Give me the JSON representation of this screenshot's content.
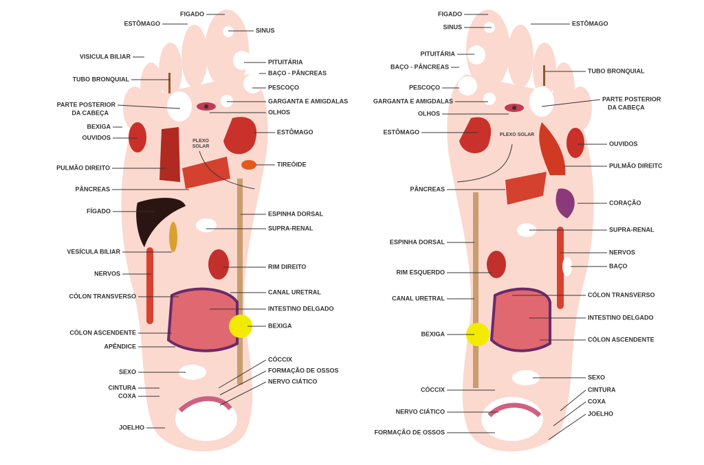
{
  "colors": {
    "skin": "#fbd9cf",
    "organ": "#d9412f",
    "bladder": "#f2ea00",
    "text": "#333333",
    "white_zone": "#ffffff"
  },
  "left_foot": {
    "plexo_solar": "PLEXO SOLAR",
    "labels": [
      "FIGADO",
      "ESTÔMAGO",
      "VISICULA BILIAR",
      "TUBO BRONQUIAL",
      "PARTE POSTERIOR",
      "DA CABEÇA",
      "BEXIGA",
      "OUVIDOS",
      "PULMÃO DIREITO",
      "PÂNCREAS",
      "FÍGADO",
      "VESÍCULA BILIAR",
      "NERVOS",
      "CÓLON TRANSVERSO",
      "CÓLON ASCENDENTE",
      "APÊNDICE",
      "SEXO",
      "CINTURA",
      "COXA",
      "JOELHO",
      "SINUS",
      "PITUITÁRIA",
      "BAÇO -  PÂNCREAS",
      "PESCOÇO",
      "GARGANTA E AMIGDALAS",
      "OLHOS",
      "ESTÔMAGO",
      "TIREÓIDE",
      "ESPINHA DORSAL",
      "SUPRA-RENAL",
      "RIM DIREITO",
      "CANAL URETRAL",
      "INTESTINO DELGADO",
      "BEXIGA",
      "CÓCCIX",
      "FORMAÇÃO DE OSSOS",
      "NERVO CIÁTICO"
    ]
  },
  "right_foot": {
    "plexo_solar": "PLEXO SOLAR",
    "labels": [
      "FIGADO",
      "SINUS",
      "PITUITÁRIA",
      "BAÇO -  PÂNCREAS",
      "PESCOÇO",
      "GARGANTA E AMIGDALAS",
      "OLHOS",
      "ESTÔMAGO",
      "PÂNCREAS",
      "ESPINHA DORSAL",
      "RIM ESQUERDO",
      "CANAL URETRAL",
      "BEXIGA",
      "CÓCCIX",
      "NERVO CIÁTICO",
      "FORMAÇÃO DE OSSOS",
      "ESTÔMAGO",
      "TUBO BRONQUIAL",
      "PARTE POSTERIOR",
      "DA CABEÇA",
      "OUVIDOS",
      "PULMÃO DIREITC",
      "CORAÇÃO",
      "SUPRA-RENAL",
      "NERVOS",
      "BAÇO",
      "CÓLON TRANSVERSO",
      "INTESTINO DELGADO",
      "CÓLON ASCENDENTE",
      "SEXO",
      "CINTURA",
      "COXA",
      "JOELHO"
    ]
  }
}
